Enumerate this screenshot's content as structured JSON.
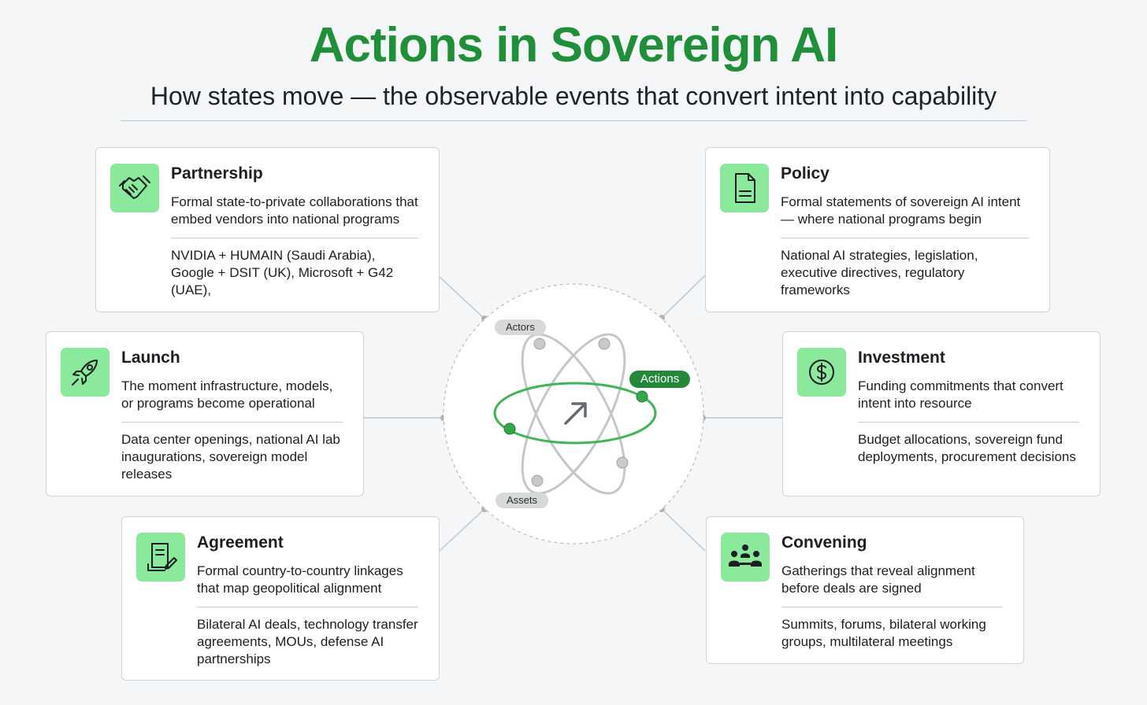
{
  "header": {
    "title": "Actions in Sovereign AI",
    "subtitle": "How states move — the observable events that convert intent into capability"
  },
  "colors": {
    "accent_green": "#1f8f3a",
    "icon_bg": "#8ae99a",
    "orbit_grey": "#c4c7c9",
    "orbit_green": "#3fb555"
  },
  "center": {
    "labels": {
      "actors": "Actors",
      "actions": "Actions",
      "assets": "Assets"
    },
    "icon": "arrow-up-right-icon"
  },
  "cards": {
    "partnership": {
      "icon": "handshake-icon",
      "title": "Partnership",
      "description": "Formal state-to-private collaborations that embed vendors into national programs",
      "examples": "NVIDIA + HUMAIN (Saudi Arabia), Google + DSIT (UK), Microsoft + G42 (UAE),"
    },
    "policy": {
      "icon": "document-icon",
      "title": "Policy",
      "description": "Formal statements of sovereign AI intent — where national programs begin",
      "examples": "National AI strategies, legislation, executive directives, regulatory frameworks"
    },
    "launch": {
      "icon": "rocket-icon",
      "title": "Launch",
      "description": "The moment infrastructure, models, or programs become operational",
      "examples": "Data center openings, national AI lab inaugurations, sovereign model releases"
    },
    "investment": {
      "icon": "dollar-coin-icon",
      "title": "Investment",
      "description": "Funding commitments that convert intent into resource",
      "examples": "Budget allocations, sovereign fund deployments, procurement decisions"
    },
    "agreement": {
      "icon": "signed-document-icon",
      "title": "Agreement",
      "description": "Formal country-to-country linkages that map geopolitical alignment",
      "examples": "Bilateral AI deals, technology transfer agreements, MOUs, defense AI partnerships"
    },
    "convening": {
      "icon": "meeting-people-icon",
      "title": "Convening",
      "description": "Gatherings that reveal alignment before deals are signed",
      "examples": "Summits, forums, bilateral working groups, multilateral meetings"
    }
  }
}
